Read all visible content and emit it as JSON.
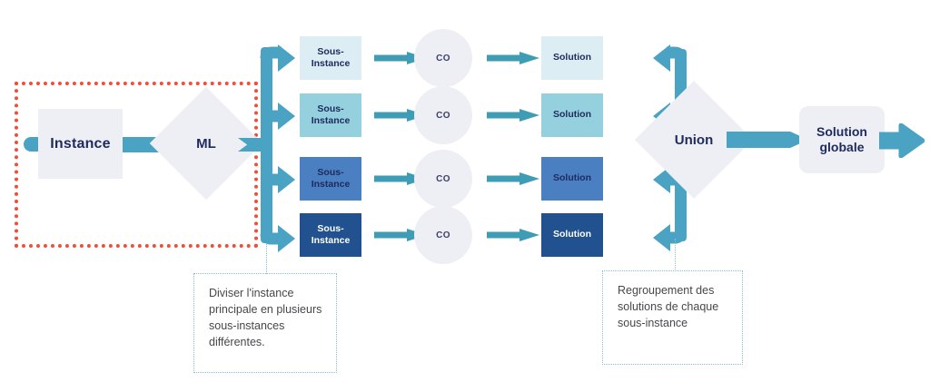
{
  "diagram": {
    "title": "ML decomposition and union workflow",
    "colors": {
      "teal": "#4ba3c3",
      "teal_arrow": "#3f9cb5",
      "panel_grey": "#edeff4",
      "navy_text": "#1f2a5e",
      "red_dotted": "#ef4e39",
      "blue_dotted": "#8fbfd8"
    }
  },
  "left": {
    "instance_label": "Instance",
    "ml_label": "ML"
  },
  "rows": [
    {
      "sub_instance_label": "Sous-\nInstance",
      "sub_instance_line1": "Sous-",
      "sub_instance_line2": "Instance",
      "sub_instance_color": "#dcedf3",
      "sub_instance_text_color": "#1f2a5e",
      "co_label": "CO",
      "solution_label": "Solution",
      "solution_color": "#dcedf3",
      "solution_text_color": "#1f2a5e"
    },
    {
      "sub_instance_line1": "Sous-",
      "sub_instance_line2": "Instance",
      "sub_instance_color": "#94d0dd",
      "sub_instance_text_color": "#1f2a5e",
      "co_label": "CO",
      "solution_label": "Solution",
      "solution_color": "#94d0dd",
      "solution_text_color": "#1f2a5e"
    },
    {
      "sub_instance_line1": "Sous-",
      "sub_instance_line2": "Instance",
      "sub_instance_color": "#4a7fc1",
      "sub_instance_text_color": "#1f2a5e",
      "co_label": "CO",
      "solution_label": "Solution",
      "solution_color": "#4a7fc1",
      "solution_text_color": "#1f2a5e"
    },
    {
      "sub_instance_line1": "Sous-",
      "sub_instance_line2": "Instance",
      "sub_instance_color": "#22518f",
      "sub_instance_text_color": "#ffffff",
      "co_label": "CO",
      "solution_label": "Solution",
      "solution_color": "#22518f",
      "solution_text_color": "#ffffff"
    }
  ],
  "right": {
    "union_label": "Union",
    "global_line1": "Solution",
    "global_line2": "globale"
  },
  "captions": {
    "left": "Diviser l'instance principale en plusieurs sous-instances différentes.",
    "right": "Regroupement des solutions de chaque sous-instance"
  }
}
